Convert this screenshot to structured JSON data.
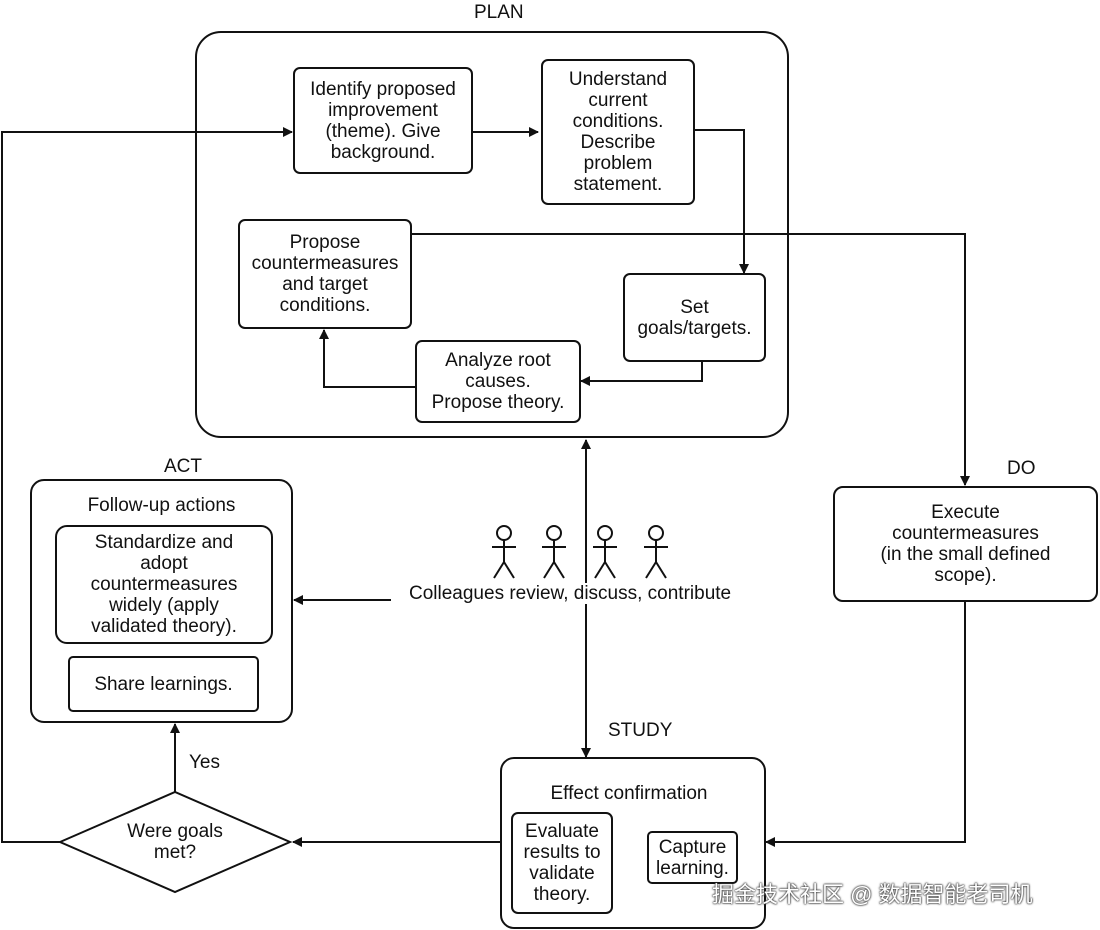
{
  "phases": {
    "plan": "PLAN",
    "do": "DO",
    "study": "STUDY",
    "act": "ACT"
  },
  "plan": {
    "identify": "Identify proposed\nimprovement\n(theme). Give\nbackground.",
    "understand": "Understand\ncurrent\nconditions.\nDescribe\nproblem\nstatement.",
    "set_goals": "Set\ngoals/targets.",
    "analyze": "Analyze root\ncauses.\nPropose theory.",
    "propose": "Propose\ncountermeasures\nand target\nconditions."
  },
  "do_box": {
    "execute": "Execute\ncountermeasures\n(in the small defined\nscope)."
  },
  "study_box": {
    "title": "Effect confirmation",
    "evaluate": "Evaluate\nresults to\nvalidate\ntheory.",
    "capture": "Capture\nlearning."
  },
  "act_box": {
    "title": "Follow-up actions",
    "standardize": "Standardize and\nadopt\ncountermeasures\nwidely (apply\nvalidated theory).",
    "share": "Share learnings."
  },
  "decision": {
    "question": "Were goals\nmet?",
    "yes": "Yes"
  },
  "colleagues": {
    "caption": "Colleagues review, discuss, contribute",
    "count": 4
  },
  "watermark": "掘金技术社区 @ 数据智能老司机"
}
